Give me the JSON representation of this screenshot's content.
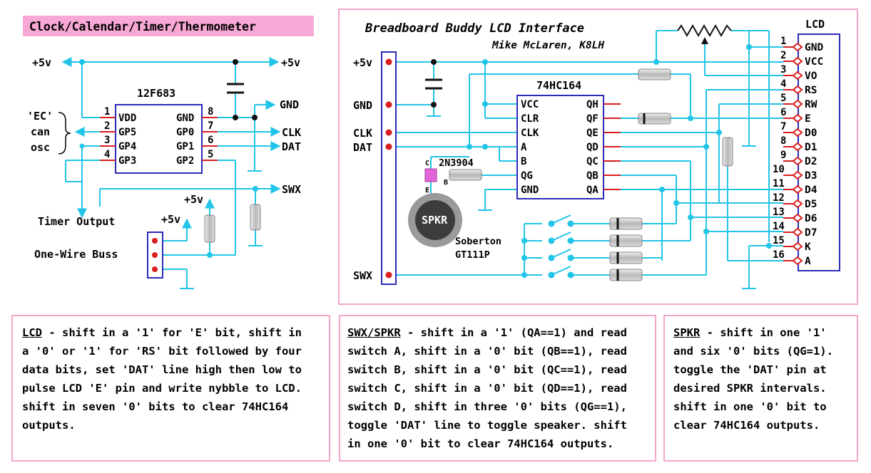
{
  "left_circuit": {
    "title": "Clock/Calendar/Timer/Thermometer",
    "chip": "12F683",
    "power_labels": [
      "+5v",
      "+5v",
      "+5v",
      "+5v"
    ],
    "left_pins": [
      {
        "num": "1",
        "name": "VDD"
      },
      {
        "num": "2",
        "name": "GP5"
      },
      {
        "num": "3",
        "name": "GP4"
      },
      {
        "num": "4",
        "name": "GP3"
      }
    ],
    "right_pins": [
      {
        "num": "8",
        "name": "GND"
      },
      {
        "num": "7",
        "name": "GP0"
      },
      {
        "num": "6",
        "name": "GP1"
      },
      {
        "num": "5",
        "name": "GP2"
      }
    ],
    "signals": [
      "GND",
      "CLK",
      "DAT",
      "SWX"
    ],
    "ec_label": [
      "'EC'",
      "can",
      "osc"
    ],
    "timer_output": "Timer Output",
    "one_wire": "One-Wire Buss"
  },
  "right_circuit": {
    "title": "Breadboard Buddy LCD Interface",
    "author": "Mike McLaren, K8LH",
    "connector_labels": [
      "+5v",
      "GND",
      "CLK",
      "DAT",
      "SWX"
    ],
    "shift_chip": "74HC164",
    "shift_left_pins": [
      "VCC",
      "CLR",
      "CLK",
      "A",
      "B",
      "QG",
      "GND"
    ],
    "shift_right_pins": [
      "QH",
      "QF",
      "QE",
      "QD",
      "QC",
      "QB",
      "QA"
    ],
    "transistor": "2N3904",
    "transistor_pins": [
      "C",
      "B",
      "E"
    ],
    "speaker": "SPKR",
    "speaker_part": [
      "Soberton",
      "GT111P"
    ],
    "lcd_title": "LCD",
    "lcd_pins": [
      {
        "num": "1",
        "name": "GND"
      },
      {
        "num": "2",
        "name": "VCC"
      },
      {
        "num": "3",
        "name": "VO"
      },
      {
        "num": "4",
        "name": "RS"
      },
      {
        "num": "5",
        "name": "RW"
      },
      {
        "num": "6",
        "name": "E"
      },
      {
        "num": "7",
        "name": "D0"
      },
      {
        "num": "8",
        "name": "D1"
      },
      {
        "num": "9",
        "name": "D2"
      },
      {
        "num": "10",
        "name": "D3"
      },
      {
        "num": "11",
        "name": "D4"
      },
      {
        "num": "12",
        "name": "D5"
      },
      {
        "num": "13",
        "name": "D6"
      },
      {
        "num": "14",
        "name": "D7"
      },
      {
        "num": "15",
        "name": "K"
      },
      {
        "num": "16",
        "name": "A"
      }
    ]
  },
  "notes": {
    "lcd": {
      "heading": "LCD",
      "lines": [
        " - shift in a '1' for 'E' bit, shift in",
        "a '0' or '1' for 'RS' bit followed by four",
        "data bits, set 'DAT' line high then low to",
        "pulse LCD 'E' pin and write nybble to LCD.",
        "shift in seven '0' bits to clear 74HC164",
        "outputs."
      ]
    },
    "swx": {
      "heading": "SWX/SPKR",
      "lines": [
        " - shift in a '1' (QA==1) and read",
        "switch A, shift in a '0' bit (QB==1), read",
        "switch B, shift in a '0' bit (QC==1), read",
        "switch C, shift in a '0' bit (QD==1), read",
        "switch D, shift in three '0' bits (QG==1),",
        "toggle 'DAT' line to toggle speaker. shift",
        "in one '0' bit to clear 74HC164 outputs."
      ]
    },
    "spkr": {
      "heading": "SPKR",
      "lines": [
        " - shift in one '1'",
        "and six '0' bits (QG=1).",
        "toggle the 'DAT' pin at",
        "desired SPKR intervals.",
        "shift in one '0' bit to",
        "clear 74HC164 outputs."
      ]
    }
  },
  "colors": {
    "wire": "#22c4e8",
    "pin": "#d81e1e",
    "chip_border": "#2b2bb8",
    "panel_border": "#f2a6cc",
    "title_bg": "#f7a8d4",
    "resistor": "#c8c8c8",
    "node": "#111111"
  }
}
